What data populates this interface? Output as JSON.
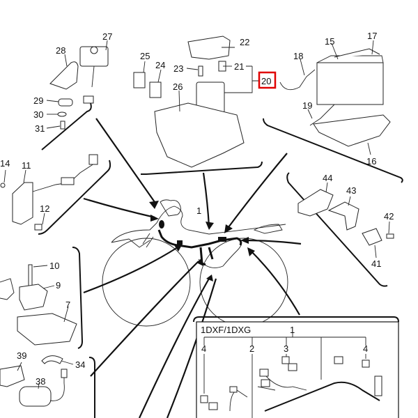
{
  "diagram": {
    "title": "Electrical parts exploded view",
    "highlight_color": "#e00000",
    "highlighted_part": "20",
    "callouts": [
      {
        "id": "c27",
        "label": "27"
      },
      {
        "id": "c28",
        "label": "28"
      },
      {
        "id": "c29",
        "label": "29"
      },
      {
        "id": "c30",
        "label": "30"
      },
      {
        "id": "c31",
        "label": "31"
      },
      {
        "id": "c22",
        "label": "22"
      },
      {
        "id": "c25",
        "label": "25"
      },
      {
        "id": "c24",
        "label": "24"
      },
      {
        "id": "c23",
        "label": "23"
      },
      {
        "id": "c21",
        "label": "21"
      },
      {
        "id": "c20",
        "label": "20"
      },
      {
        "id": "c26",
        "label": "26"
      },
      {
        "id": "c17",
        "label": "17"
      },
      {
        "id": "c15",
        "label": "15"
      },
      {
        "id": "c18",
        "label": "18"
      },
      {
        "id": "c19",
        "label": "19"
      },
      {
        "id": "c16",
        "label": "16"
      },
      {
        "id": "c14",
        "label": "14"
      },
      {
        "id": "c11",
        "label": "11"
      },
      {
        "id": "c12",
        "label": "12"
      },
      {
        "id": "c1",
        "label": "1"
      },
      {
        "id": "c44",
        "label": "44"
      },
      {
        "id": "c43",
        "label": "43"
      },
      {
        "id": "c42",
        "label": "42"
      },
      {
        "id": "c41",
        "label": "41"
      },
      {
        "id": "c10",
        "label": "10"
      },
      {
        "id": "c9",
        "label": "9"
      },
      {
        "id": "c7",
        "label": "7"
      },
      {
        "id": "c39",
        "label": "39"
      },
      {
        "id": "c34",
        "label": "34"
      },
      {
        "id": "c38",
        "label": "38"
      }
    ],
    "inset": {
      "model_label": "1DXF/1DXG",
      "callouts": [
        {
          "id": "i1",
          "label": "1"
        },
        {
          "id": "i4a",
          "label": "4"
        },
        {
          "id": "i2",
          "label": "2"
        },
        {
          "id": "i3",
          "label": "3"
        },
        {
          "id": "i4b",
          "label": "4"
        }
      ]
    }
  }
}
